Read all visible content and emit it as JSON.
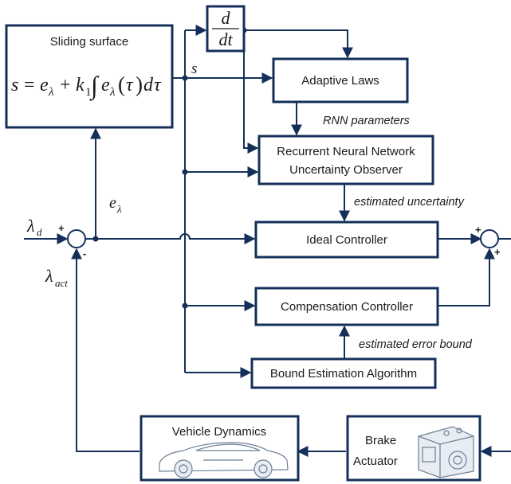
{
  "blocks": {
    "sliding_surface": {
      "title": "Sliding surface",
      "equation": "s = e_λ + k_1 ∫ e_λ(τ) dτ"
    },
    "derivative": {
      "numerator": "d",
      "denominator": "dt"
    },
    "adaptive_laws": "Adaptive Laws",
    "rnn_observer": {
      "line1": "Recurrent Neural Network",
      "line2": "Uncertainty Observer"
    },
    "ideal_controller": "Ideal Controller",
    "compensation_controller": "Compensation Controller",
    "bound_estimation": "Bound Estimation Algorithm",
    "vehicle_dynamics": "Vehicle Dynamics",
    "brake_actuator": {
      "line1": "Brake",
      "line2": "Actuator"
    }
  },
  "signals": {
    "s": "s",
    "e_lambda": {
      "base": "e",
      "sub": "λ"
    },
    "lambda_d": {
      "base": "λ",
      "sub": "d"
    },
    "lambda_act": {
      "base": "λ",
      "sub": "act"
    },
    "rnn_parameters": "RNN parameters",
    "estimated_uncertainty": "estimated uncertainty",
    "estimated_error_bound": "estimated error bound"
  },
  "signs": {
    "plus": "+",
    "minus": "-"
  },
  "eq": {
    "s": "s",
    "equals": "=",
    "e": "e",
    "lam": "λ",
    "plus": "+",
    "k": "k",
    "one": "1",
    "integral": "∫",
    "lparen": "(",
    "tau": "τ",
    "rparen": ")",
    "d": "d"
  }
}
